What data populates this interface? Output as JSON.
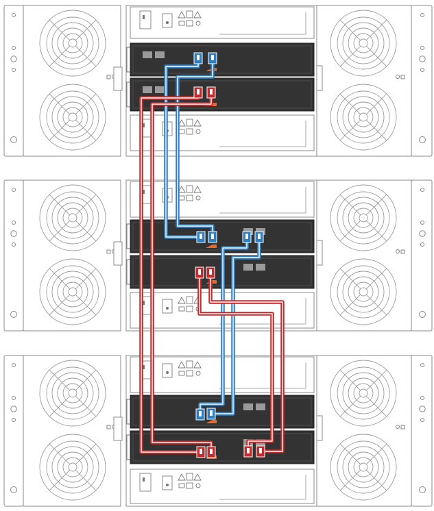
{
  "diagram": {
    "shelves": [
      {
        "id": "shelf-1",
        "iom_slots": [
          "blank",
          "iom",
          "iom",
          "blank"
        ]
      },
      {
        "id": "shelf-2",
        "iom_slots": [
          "blank",
          "iom",
          "iom",
          "blank"
        ]
      },
      {
        "id": "shelf-3",
        "iom_slots": [
          "blank",
          "iom",
          "iom",
          "blank"
        ]
      }
    ],
    "cable_colors": {
      "blue": "#2f7fc4",
      "red": "#c22c2c",
      "orange": "#e8692b",
      "chassis_stroke": "#8a8a8a",
      "module_fill": "#333333"
    },
    "cables": [
      {
        "name": "blue-cable-shelf1-to-shelf2-a",
        "color": "blue"
      },
      {
        "name": "blue-cable-shelf1-to-shelf2-b",
        "color": "blue"
      },
      {
        "name": "blue-cable-shelf2-to-shelf3-a",
        "color": "blue"
      },
      {
        "name": "blue-cable-shelf2-to-shelf3-b",
        "color": "blue"
      },
      {
        "name": "red-cable-shelf1-to-shelf3-a",
        "color": "red"
      },
      {
        "name": "red-cable-shelf1-to-shelf3-b",
        "color": "red"
      },
      {
        "name": "red-cable-shelf2-to-shelf3-a",
        "color": "red"
      },
      {
        "name": "red-cable-shelf2-to-shelf3-b",
        "color": "red"
      }
    ]
  }
}
